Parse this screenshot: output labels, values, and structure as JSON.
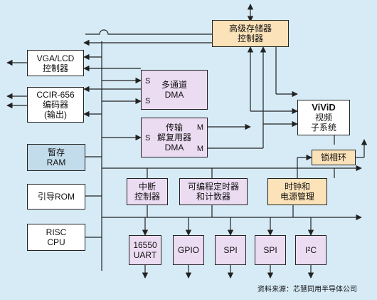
{
  "blocks": {
    "mem_ctrl": [
      "高级存储器",
      "控制器"
    ],
    "vga": [
      "VGA/LCD",
      "控制器"
    ],
    "ccir": [
      "CCIR-656",
      "编码器",
      "(输出)"
    ],
    "temp_ram": [
      "暂存",
      "RAM"
    ],
    "boot_rom": [
      "引导ROM"
    ],
    "risc": [
      "RISC",
      "CPU"
    ],
    "dma_multi": [
      "多通道",
      "DMA"
    ],
    "dma_mux": [
      "传输",
      "解复用器",
      "DMA"
    ],
    "vivid": [
      "ViViD",
      "视频",
      "子系统"
    ],
    "pll": [
      "锁相环"
    ],
    "irq": [
      "中断",
      "控制器"
    ],
    "timer": [
      "可编程定时器",
      "和计数器"
    ],
    "clock": [
      "时钟和",
      "电源管理"
    ],
    "uart": [
      "16550",
      "UART"
    ],
    "gpio": [
      "GPIO"
    ],
    "spi1": [
      "SPI"
    ],
    "spi2": [
      "SPI"
    ],
    "i2c": "I²C"
  },
  "port_labels": {
    "s": "S",
    "m": "M"
  },
  "credit": "资料来源：芯慧同用半导体公司",
  "colors": {
    "background": "#d6ebf6",
    "block_white": "#ffffff",
    "block_lavender": "#ecdcf2",
    "block_orange": "#fbe2b8",
    "block_steel": "#c3dceb",
    "line": "#222222"
  }
}
